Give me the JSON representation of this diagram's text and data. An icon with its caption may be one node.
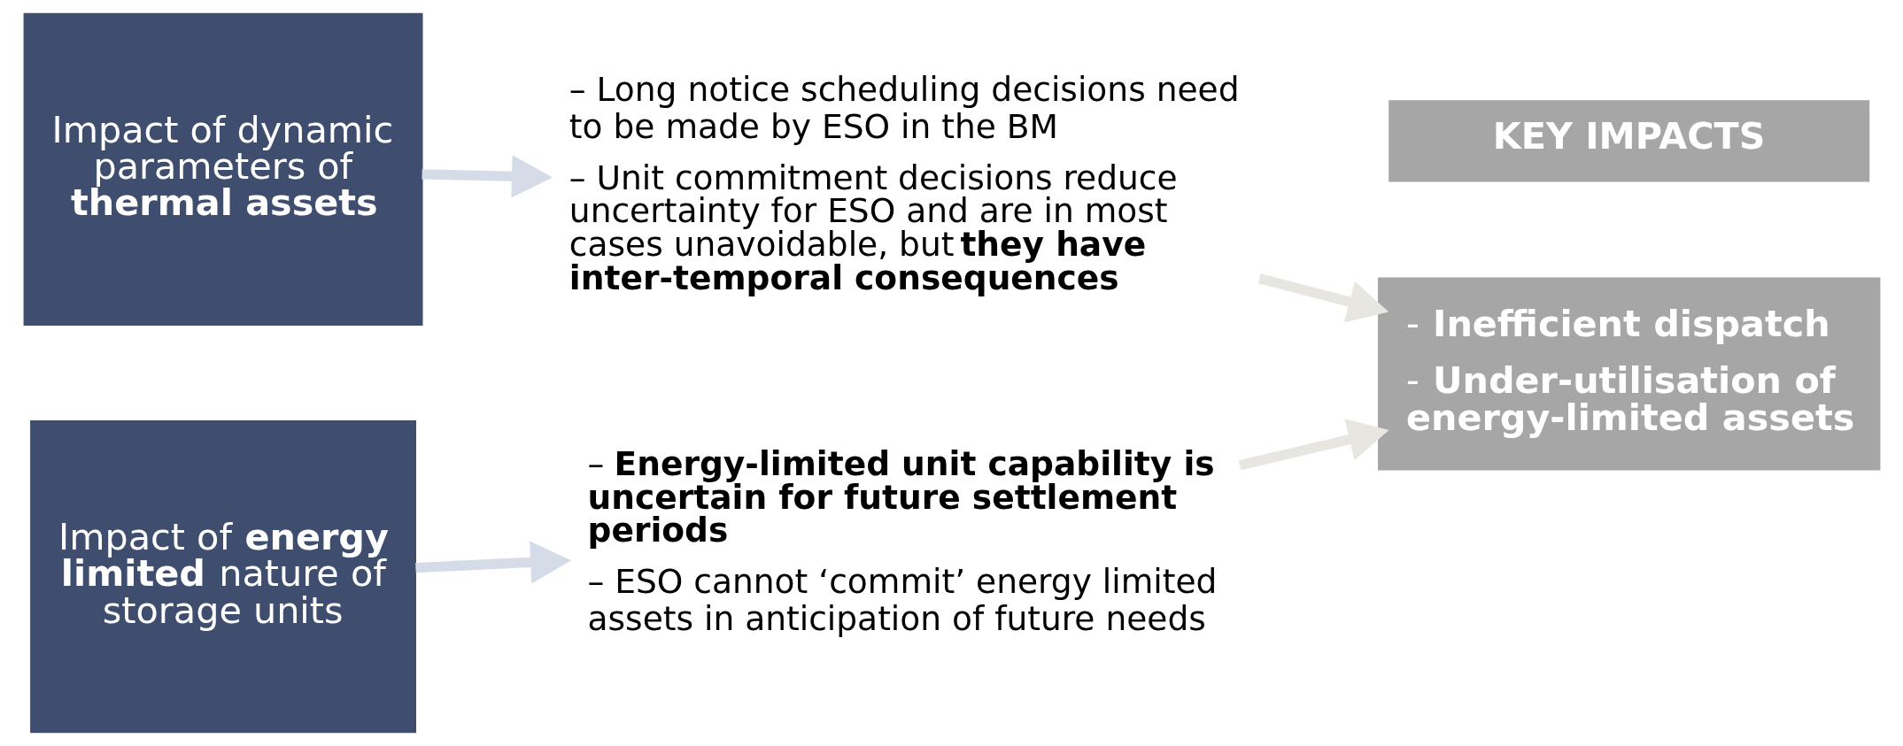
{
  "diagram": {
    "nodes": [
      {
        "text": [
          "Impact of dynamic parameters of **thermal assets**"
        ]
      },
      {
        "text": [
          "– Long notice scheduling decisions need to be made by ESO in the BM",
          "– Unit commitment decisions reduce uncertainty for ESO and are in most cases unavoidable, but **they have inter-temporal consequences**"
        ]
      },
      {
        "text": [
          "Impact of **energy limited** nature of storage units"
        ]
      },
      {
        "text": [
          "– **Energy-limited unit capability is uncertain for future settlement periods**",
          "– ESO cannot ‘commit’ energy limited assets in anticipation of future needs"
        ]
      },
      {
        "text": [
          "KEY IMPACTS"
        ]
      },
      {
        "text": [
          "- **Inefficient dispatch**",
          "- **Under-utilisation of energy-limited assets**"
        ]
      }
    ],
    "edges": [
      {
        "from": 0,
        "to": 1,
        "arrow": "to"
      },
      {
        "from": 2,
        "to": 3,
        "arrow": "to"
      },
      {
        "from": 1,
        "to": 5,
        "arrow": "to",
        "color": "#e8e6e0"
      },
      {
        "from": 3,
        "to": 5,
        "arrow": "to",
        "color": "#e8e6e0"
      }
    ]
  }
}
